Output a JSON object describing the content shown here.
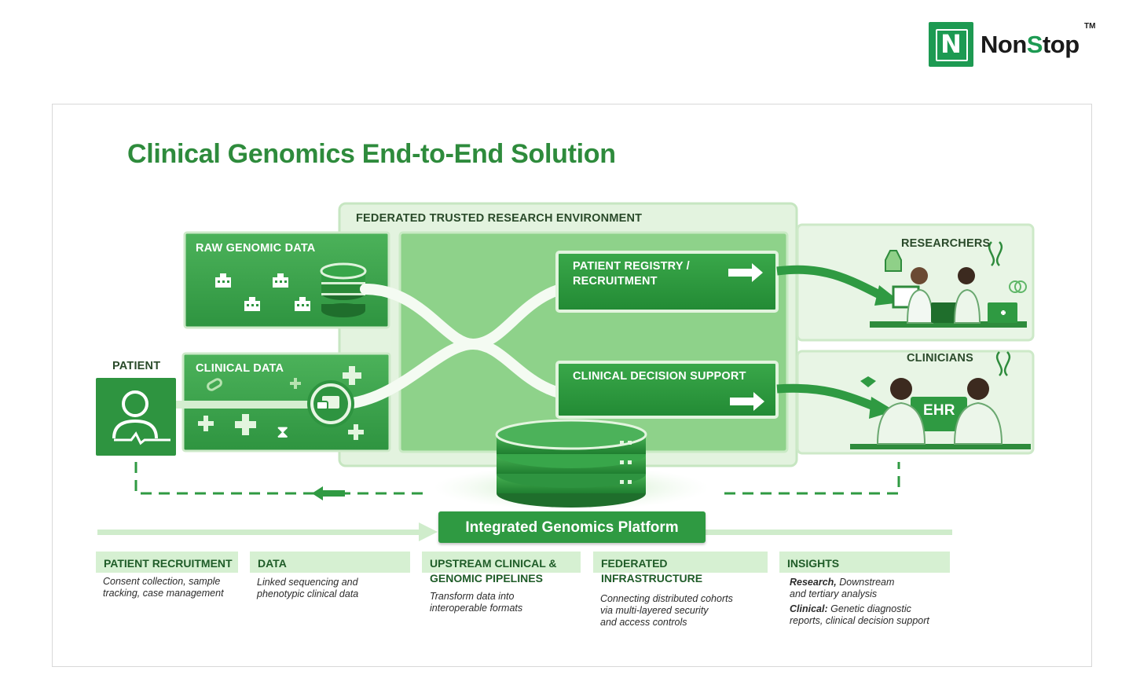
{
  "brand": {
    "letter": "N",
    "name_part1": "Non",
    "name_o": "S",
    "name_part2": "top",
    "tm": "TM"
  },
  "title": "Clinical Genomics End-to-End Solution",
  "sections": {
    "federated_env": "FEDERATED TRUSTED RESEARCH ENVIRONMENT",
    "raw_genomic": "RAW GENOMIC DATA",
    "clinical_data": "CLINICAL DATA",
    "patient": "PATIENT",
    "registry": [
      "PATIENT REGISTRY /",
      "RECRUITMENT"
    ],
    "decision_support": "CLINICAL DECISION SUPPORT",
    "researchers": "RESEARCHERS",
    "clinicians": "CLINICIANS",
    "ehr": "EHR",
    "platform": "Integrated Genomics Platform"
  },
  "stages": [
    {
      "label": [
        "PATIENT RECRUITMENT"
      ],
      "desc": [
        "Consent collection, sample",
        "tracking, case management"
      ]
    },
    {
      "label": [
        "DATA"
      ],
      "desc": [
        "Linked sequencing and",
        "phenotypic clinical data"
      ]
    },
    {
      "label": [
        "UPSTREAM CLINICAL &",
        "GENOMIC PIPELINES"
      ],
      "desc": [
        "Transform data into",
        "interoperable formats"
      ]
    },
    {
      "label": [
        "FEDERATED",
        "INFRASTRUCTURE"
      ],
      "desc": [
        "Connecting distributed cohorts",
        "via multi-layered security",
        "and access controls"
      ]
    },
    {
      "label": [
        "INSIGHTS"
      ],
      "desc_research_bold": "Research,",
      "desc_research": [
        " Downstream",
        "and tertiary analysis"
      ],
      "desc_clinical_bold": "Clinical:",
      "desc_clinical": [
        " Genetic diagnostic",
        "reports, clinical decision support"
      ]
    }
  ],
  "colors": {
    "brand_green": "#1d9a52",
    "title_green": "#2e8b3c",
    "panel_green": "#3aa34d",
    "light_green": "#d6f0d2"
  }
}
